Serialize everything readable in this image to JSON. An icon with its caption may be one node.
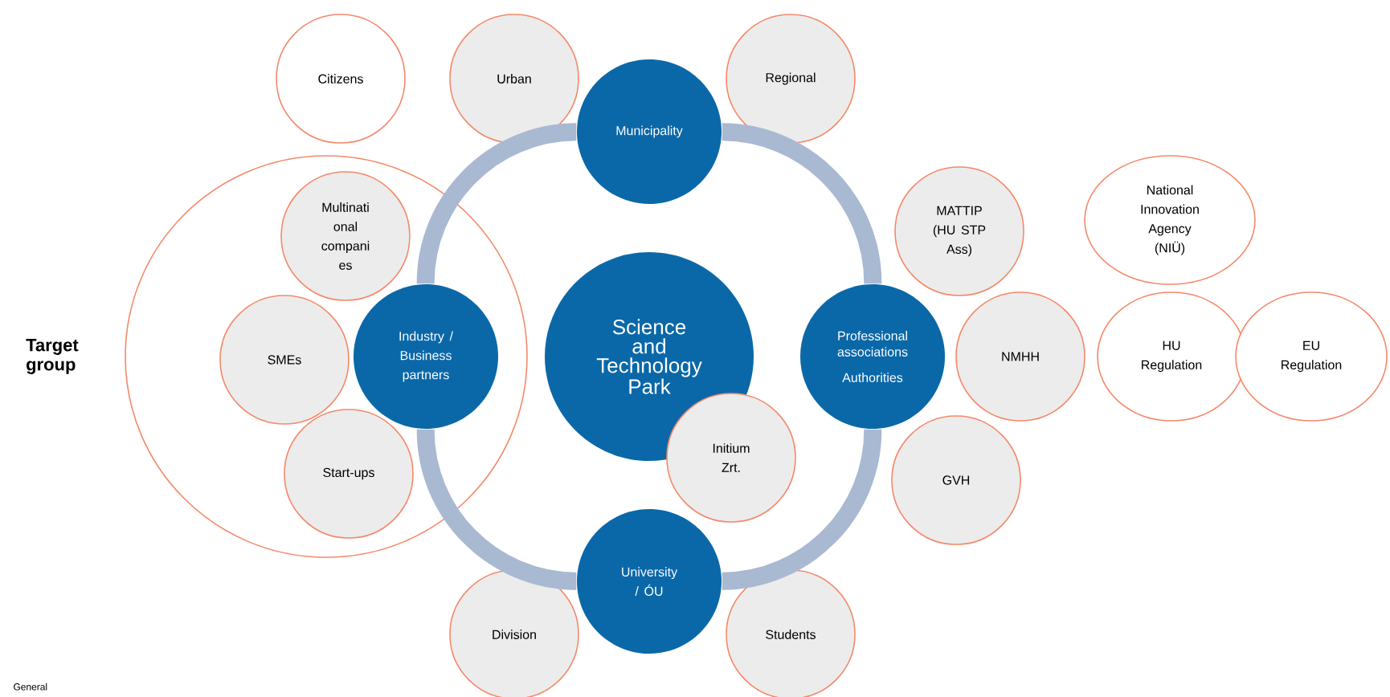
{
  "diagram": {
    "nodes": [
      {
        "text": [
          "Target group"
        ]
      },
      {
        "text": [
          "Citizens"
        ]
      },
      {
        "text": [
          "Urban"
        ]
      },
      {
        "text": [
          "Municipality"
        ]
      },
      {
        "text": [
          "Regional"
        ]
      },
      {
        "text": [
          "Multinati onal compani es"
        ],
        "in": 0
      },
      {
        "text": [
          "SMEs"
        ],
        "in": 0
      },
      {
        "text": [
          "Industry / Business partners"
        ],
        "in": 0
      },
      {
        "text": [
          "Start-ups"
        ],
        "in": 0
      },
      {
        "text": [
          "Science and Technology Park"
        ]
      },
      {
        "text": [
          "Initium Zrt."
        ]
      },
      {
        "text": [
          "Professional associations",
          "Authorities"
        ]
      },
      {
        "text": [
          "MATTIP (HU STP Ass)"
        ]
      },
      {
        "text": [
          "National Innovation Agency (NIÜ)"
        ]
      },
      {
        "text": [
          "NMHH"
        ]
      },
      {
        "text": [
          "HU Regulation"
        ]
      },
      {
        "text": [
          "EU Regulation"
        ]
      },
      {
        "text": [
          "GVH"
        ]
      },
      {
        "text": [
          "University / ÓU"
        ]
      },
      {
        "text": [
          "Division"
        ]
      },
      {
        "text": [
          "Students"
        ]
      }
    ],
    "edges": [
      {
        "from": 3,
        "to": 11,
        "arrow": "none"
      },
      {
        "from": 11,
        "to": 18,
        "arrow": "none"
      },
      {
        "from": 18,
        "to": 7,
        "arrow": "none"
      },
      {
        "from": 7,
        "to": 3,
        "arrow": "none"
      }
    ],
    "labels": [
      "General"
    ]
  }
}
